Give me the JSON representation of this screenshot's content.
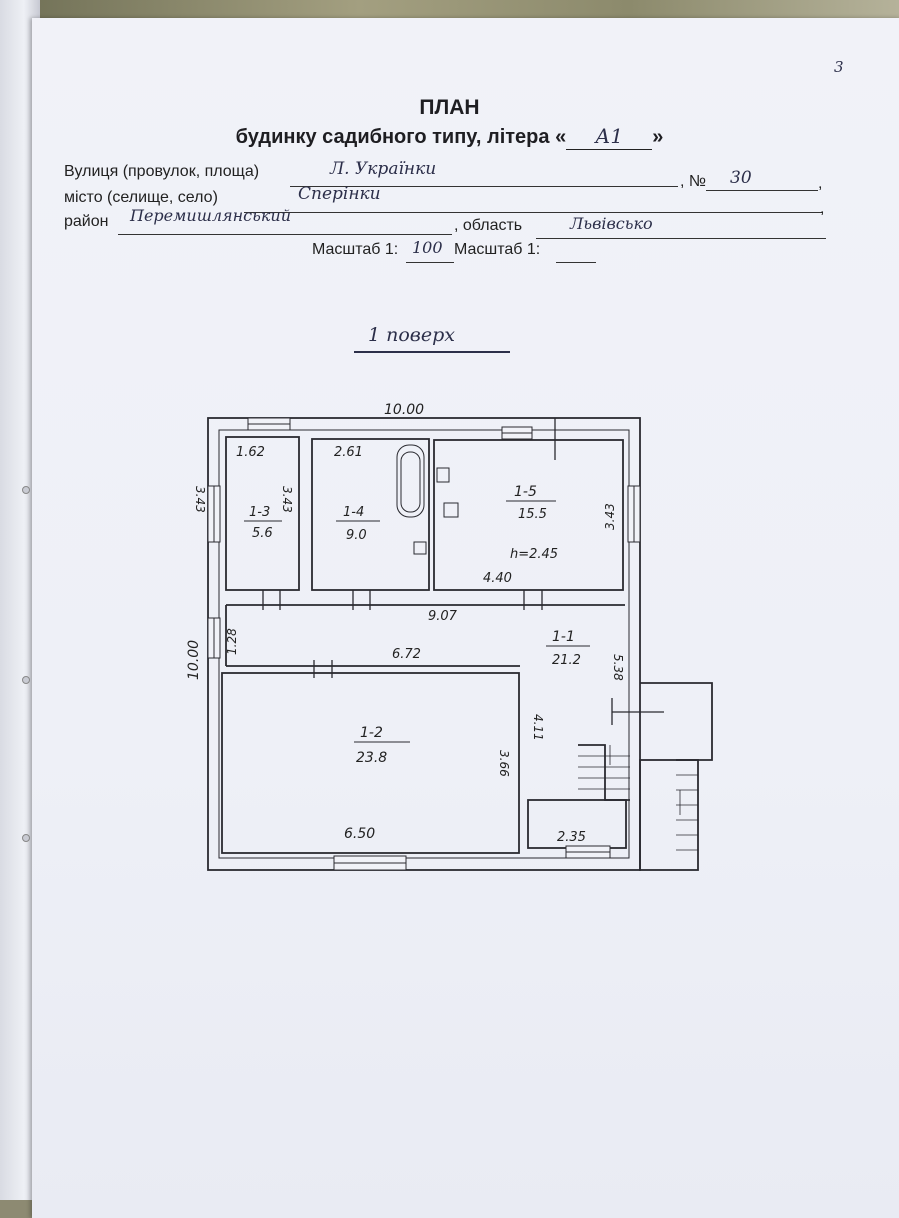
{
  "page_number": "3",
  "header": {
    "title": "ПЛАН",
    "subtitle_prefix": "будинку садибного типу, літера «",
    "litera": "А1",
    "subtitle_suffix": "»"
  },
  "form": {
    "street_label": "Вулиця (провулок, площа)",
    "street_value": "Л. Українки",
    "number_label": ", №",
    "number_value": "30",
    "city_label": "місто (селище, село)",
    "city_value": "Сперінки",
    "district_label": "район",
    "district_value": "Перемишлянський",
    "region_label": ", область",
    "region_value": "Львівсько",
    "scale_label_1": "Масштаб 1:",
    "scale_value_1": "100",
    "scale_label_2": "Масштаб 1:",
    "scale_value_2": ""
  },
  "floor_label": "1 поверх",
  "plan": {
    "overall_width": "10.00",
    "overall_height": "10.00",
    "rooms": [
      {
        "id": "1-1",
        "area": "21.2"
      },
      {
        "id": "1-2",
        "area": "23.8"
      },
      {
        "id": "1-3",
        "area": "5.6"
      },
      {
        "id": "1-4",
        "area": "9.0"
      },
      {
        "id": "1-5",
        "area": "15.5"
      }
    ],
    "ceiling_height": "h=2.45",
    "dimensions": {
      "d_1_62": "1.62",
      "d_2_61": "2.61",
      "d_3_43_a": "3.43",
      "d_3_43_b": "3.43",
      "d_3_43_c": "3.43",
      "d_4_40": "4.40",
      "d_9_07": "9.07",
      "d_1_28": "1.28",
      "d_6_72": "6.72",
      "d_5_38": "5.38",
      "d_4_11": "4.11",
      "d_3_66": "3.66",
      "d_6_50": "6.50",
      "d_2_35": "2.35"
    }
  }
}
